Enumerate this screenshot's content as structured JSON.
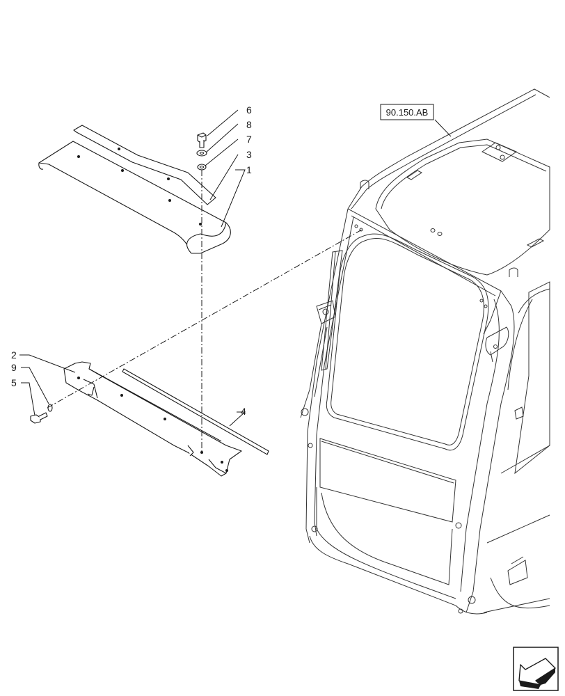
{
  "reference": {
    "label": "90.150.AB"
  },
  "callouts": {
    "c1": "1",
    "c2": "2",
    "c3": "3",
    "c4": "4",
    "c5": "5",
    "c6": "6",
    "c7": "7",
    "c8": "8",
    "c9": "9"
  },
  "nav_icon": {
    "name": "next-page-arrow-icon"
  }
}
